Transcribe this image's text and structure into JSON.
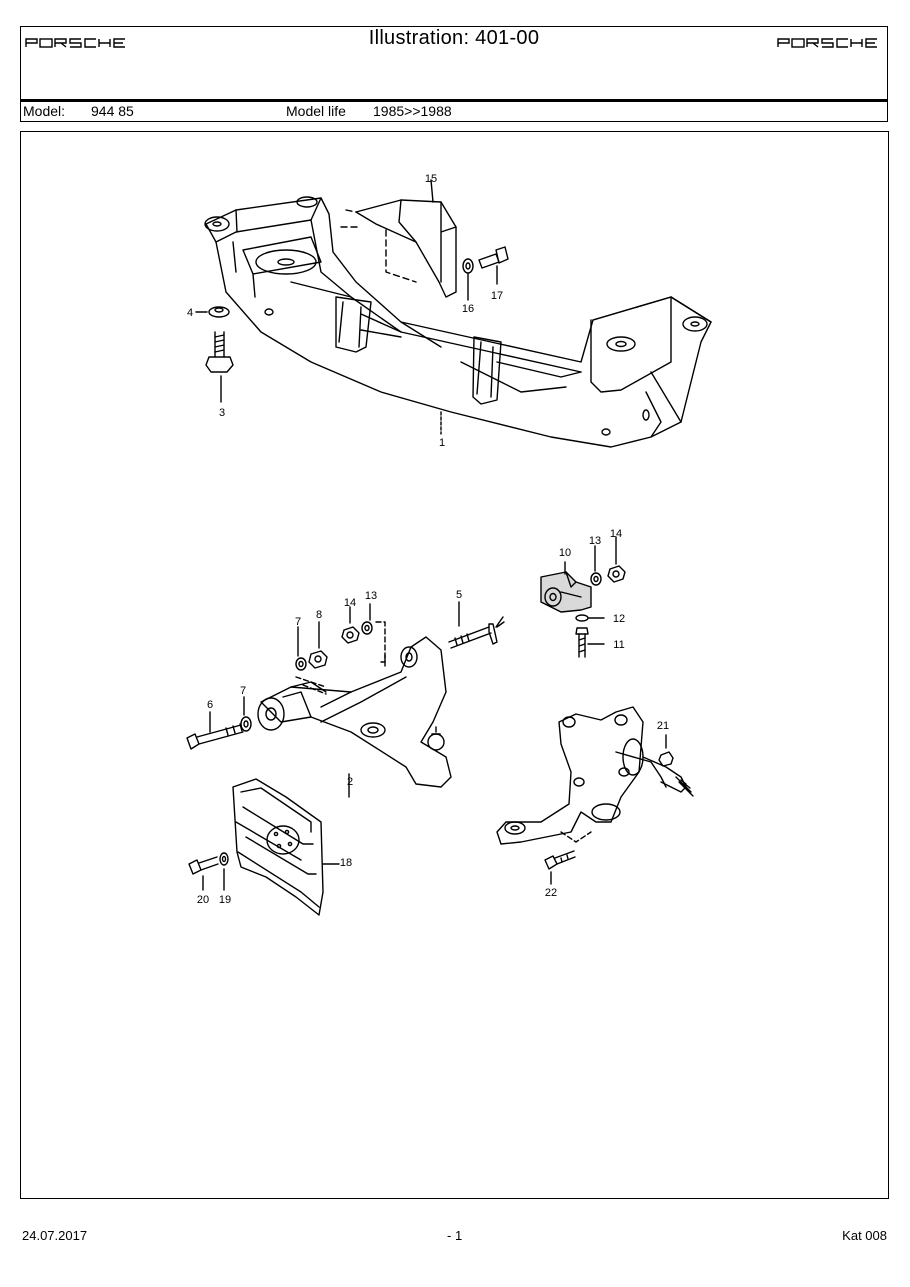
{
  "header": {
    "brand": "PORSCHE",
    "title": "Illustration: 401-00",
    "model_label": "Model:",
    "model_value": "944 85",
    "model_life_label": "Model life",
    "model_life_value": "1985>>1988"
  },
  "callouts": {
    "n1": "1",
    "n2": "2",
    "n3": "3",
    "n4": "4",
    "n5": "5",
    "n6": "6",
    "n7a": "7",
    "n7b": "7",
    "n8": "8",
    "n10": "10",
    "n11": "11",
    "n12": "12",
    "n13a": "13",
    "n13b": "13",
    "n14a": "14",
    "n14b": "14",
    "n15": "15",
    "n16": "16",
    "n17": "17",
    "n18": "18",
    "n19": "19",
    "n20": "20",
    "n21": "21",
    "n22": "22"
  },
  "footer": {
    "date": "24.07.2017",
    "page": "- 1",
    "catalog": "Kat 008"
  }
}
